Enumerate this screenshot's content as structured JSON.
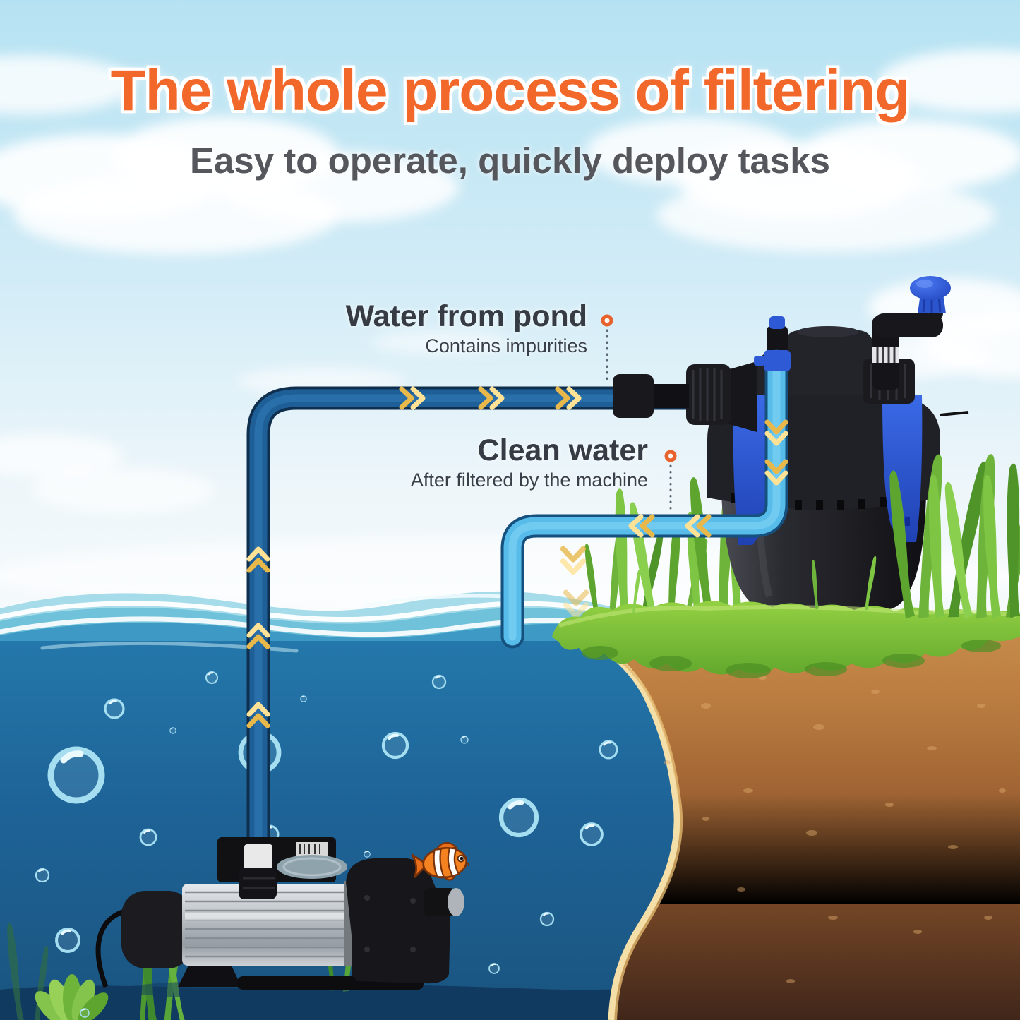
{
  "header": {
    "title": "The whole process of filtering",
    "subtitle": "Easy to operate, quickly deploy tasks"
  },
  "callouts": {
    "pond_water": {
      "heading": "Water from pond",
      "description": "Contains impurities"
    },
    "clean_water": {
      "heading": "Clean water",
      "description": "After filtered by the machine"
    }
  },
  "colors": {
    "title_orange": "#F2682A",
    "subtitle_gray": "#55575C",
    "label_charcoal": "#363B44",
    "dirty_pipe_blue": "#1F5F98",
    "clean_pipe_blue": "#58BCEA",
    "flow_arrow_gold": "#E8B84B",
    "marker_ring_orange": "#E8622D",
    "grass_green": "#7FC544",
    "soil_brown": "#A06434",
    "deep_water_blue": "#1E6397"
  }
}
